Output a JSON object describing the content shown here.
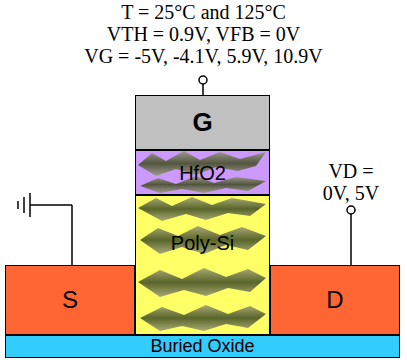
{
  "diagram": {
    "nodes": [
      {
        "text": [
          "G"
        ]
      },
      {
        "text": [
          "HfO2"
        ]
      },
      {
        "text": [
          "Poly-Si"
        ]
      },
      {
        "text": [
          "S"
        ]
      },
      {
        "text": [
          "D"
        ]
      },
      {
        "text": [
          "Buried Oxide"
        ]
      }
    ],
    "labels": [
      "T = 25°C and 125°C",
      "VTH = 0.9V, VFB = 0V",
      "VG = -5V, -4.1V, 5.9V, 10.9V",
      "VD = 0V, 5V"
    ]
  }
}
